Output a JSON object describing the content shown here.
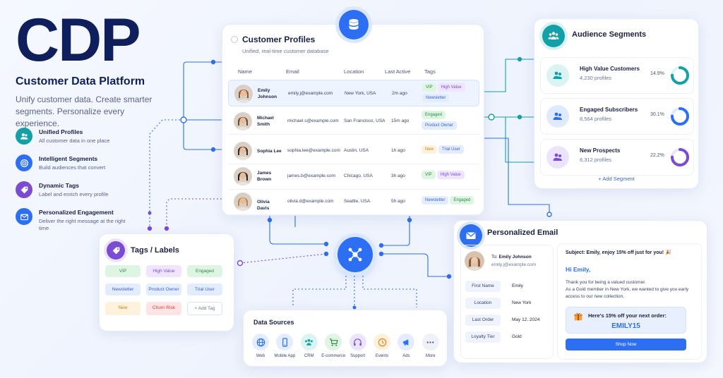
{
  "hero": {
    "title": "CDP",
    "subtitle": "Customer Data Platform",
    "description": "Unify customer data. Create smarter segments. Personalize every experience.",
    "features": [
      {
        "title": "Unified Profiles",
        "desc": "All customer data in one place",
        "icon": "users-icon",
        "color": "#14a0a8"
      },
      {
        "title": "Intelligent Segments",
        "desc": "Build audiences that convert",
        "icon": "target-icon",
        "color": "#2c6ff2"
      },
      {
        "title": "Dynamic Tags",
        "desc": "Label and enrich every profile",
        "icon": "tag-icon",
        "color": "#7b4bd1"
      },
      {
        "title": "Personalized Engagement",
        "desc": "Deliver the right message at the right time",
        "icon": "mail-icon",
        "color": "#2c6ff2"
      }
    ]
  },
  "profiles": {
    "title": "Customer Profiles",
    "subtitle": "Unified, real-time customer database",
    "columns": [
      "Name",
      "Email",
      "Location",
      "Last Active",
      "Tags"
    ],
    "rows": [
      {
        "name": "Emily Johnson",
        "email": "emily.j@example.com",
        "location": "New York, USA",
        "last": "2m ago",
        "tags": [
          [
            "VIP",
            "t-vip"
          ],
          [
            "High Value",
            "t-hv"
          ],
          [
            "Newsletter",
            "t-news"
          ]
        ],
        "avatar_color": "#8a5a3c"
      },
      {
        "name": "Michael Smith",
        "email": "michael.s@example.com",
        "location": "San Francisco, USA",
        "last": "15m ago",
        "tags": [
          [
            "Engaged",
            "t-eng"
          ],
          [
            "Product Owner",
            "t-po"
          ]
        ],
        "avatar_color": "#6b4a32"
      },
      {
        "name": "Sophia Lee",
        "email": "sophia.lee@example.com",
        "location": "Austin, USA",
        "last": "1h ago",
        "tags": [
          [
            "New",
            "t-new"
          ],
          [
            "Trial User",
            "t-tu"
          ]
        ],
        "avatar_color": "#3a2a22"
      },
      {
        "name": "James Brown",
        "email": "james.b@example.com",
        "location": "Chicago, USA",
        "last": "3h ago",
        "tags": [
          [
            "VIP",
            "t-vip"
          ],
          [
            "High Value",
            "t-hv"
          ]
        ],
        "avatar_color": "#2e1f18"
      },
      {
        "name": "Olivia Davis",
        "email": "olivia.d@example.com",
        "location": "Seattle, USA",
        "last": "5h ago",
        "tags": [
          [
            "Newsletter",
            "t-news"
          ],
          [
            "Engaged",
            "t-eng"
          ]
        ],
        "avatar_color": "#b98a55"
      }
    ]
  },
  "segments": {
    "title": "Audience Segments",
    "items": [
      {
        "name": "High Value Customers",
        "count": "4,230 profiles",
        "pct": "14.9%",
        "fraction": 0.149,
        "color": "#14a0a8",
        "bg": "#dcf3f3"
      },
      {
        "name": "Engaged Subscribers",
        "count": "8,564 profiles",
        "pct": "30.1%",
        "fraction": 0.301,
        "color": "#2c6ff2",
        "bg": "#e0eaff"
      },
      {
        "name": "New Prospects",
        "count": "6,312 profiles",
        "pct": "22.2%",
        "fraction": 0.222,
        "color": "#7b4bd1",
        "bg": "#ece4ff"
      }
    ],
    "add_label": "+ Add Segment"
  },
  "tags": {
    "title": "Tags / Labels",
    "items": [
      [
        "VIP",
        "t-vip"
      ],
      [
        "High Value",
        "t-hv"
      ],
      [
        "Engaged",
        "t-eng"
      ],
      [
        "Newsletter",
        "t-news"
      ],
      [
        "Product Owner",
        "t-po"
      ],
      [
        "Trial User",
        "t-tu"
      ],
      [
        "New",
        "t-new"
      ],
      [
        "Churn Risk",
        "t-cr"
      ],
      [
        "+ Add Tag",
        "t-add"
      ]
    ]
  },
  "sources": {
    "title": "Data Sources",
    "items": [
      {
        "label": "Web",
        "icon": "globe-icon",
        "color": "#2c6ff2",
        "bg": "#e3edff"
      },
      {
        "label": "Mobile App",
        "icon": "phone-icon",
        "color": "#2c6ff2",
        "bg": "#e3edff"
      },
      {
        "label": "CRM",
        "icon": "users-icon",
        "color": "#14a0a8",
        "bg": "#dcf3f3"
      },
      {
        "label": "E-commerce",
        "icon": "cart-icon",
        "color": "#2e8a46",
        "bg": "#dff5e4"
      },
      {
        "label": "Support",
        "icon": "headset-icon",
        "color": "#7b4bd1",
        "bg": "#ece4ff"
      },
      {
        "label": "Events",
        "icon": "calendar-icon",
        "color": "#e08a1a",
        "bg": "#fff0dc"
      },
      {
        "label": "Ads",
        "icon": "megaphone-icon",
        "color": "#2c6ff2",
        "bg": "#e3edff"
      },
      {
        "label": "More",
        "icon": "more-icon",
        "color": "#4a5478",
        "bg": "#eef1f8"
      }
    ]
  },
  "email": {
    "title": "Personalized Email",
    "to_label": "To:",
    "to_name": "Emily Johnson",
    "to_email": "emily.j@example.com",
    "fields": [
      {
        "k": "First Name",
        "v": "Emily"
      },
      {
        "k": "Location",
        "v": "New York"
      },
      {
        "k": "Last Order",
        "v": "May 12, 2024"
      },
      {
        "k": "Loyalty Tier",
        "v": "Gold"
      }
    ],
    "subject": "Subject: Emily, enjoy 15% off just for you! 🎉",
    "greeting": "Hi Emily,",
    "body1": "Thank you for being a valued customer.",
    "body2": "As a Gold member in New York, we wanted to give you early access to our new collection.",
    "offer_text": "Here's 15% off your next order:",
    "offer_code": "EMILY15",
    "cta": "Shop Now"
  }
}
